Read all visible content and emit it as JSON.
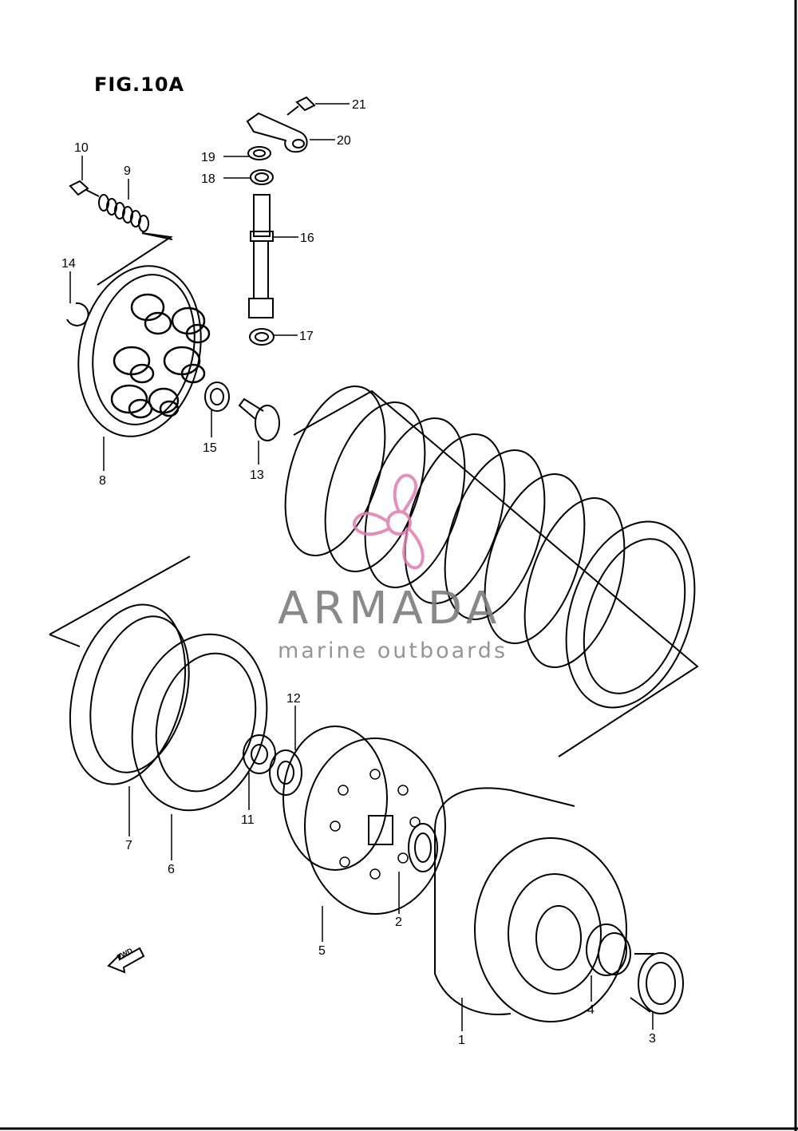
{
  "figure": {
    "title": "FIG.10A"
  },
  "watermark": {
    "brand": "ARMADA",
    "tagline": "marine outboards",
    "logo": "propeller-logo",
    "brand_color": "#e07bb0"
  },
  "fwd_arrow": {
    "label": "FWD"
  },
  "callouts": [
    "21",
    "20",
    "10",
    "19",
    "9",
    "18",
    "16",
    "14",
    "17",
    "15",
    "13",
    "8",
    "12",
    "11",
    "7",
    "6",
    "5",
    "2",
    "4",
    "1",
    "3"
  ]
}
